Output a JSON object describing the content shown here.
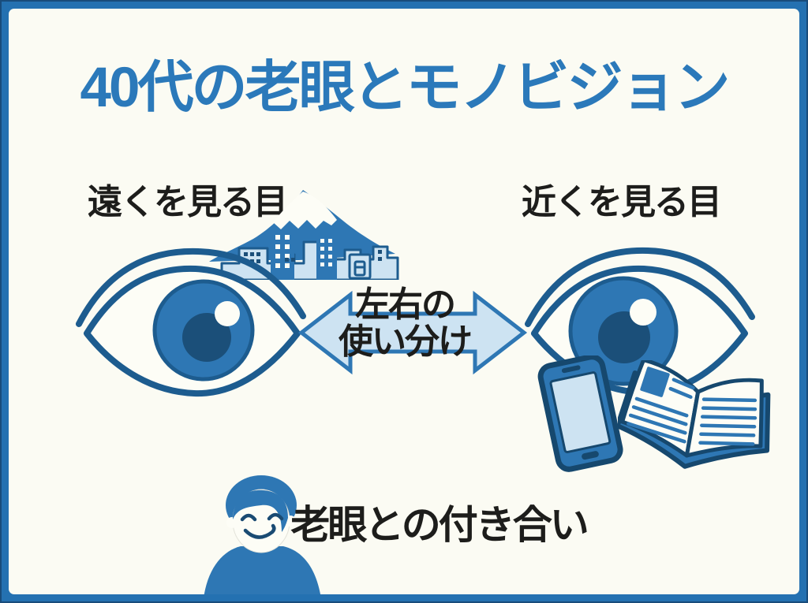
{
  "title": {
    "text": "40代の老眼とモノビジョン"
  },
  "sections": {
    "far_eye": {
      "label": "遠くを見る目"
    },
    "near_eye": {
      "label": "近くを見る目"
    },
    "arrow": {
      "line1": "左右の",
      "line2": "使い分け"
    },
    "footer": {
      "label": "老眼との付き合い"
    }
  },
  "illustrations": [
    "mt-fuji-cityscape-icon",
    "far-eye-icon",
    "near-eye-icon",
    "double-arrow-icon",
    "smartphone-icon",
    "open-book-icon",
    "smiling-person-icon"
  ],
  "colors": {
    "frame": "#2471b1",
    "card_bg": "#fbfbf3",
    "title": "#2b79ba",
    "ink": "#1d1d1b",
    "line": "#1d5c8f",
    "outline": "#16486e",
    "mid": "#2e77b4",
    "dark": "#1b4f79",
    "light": "#cde3f2",
    "paper": "#fdfdf6"
  }
}
